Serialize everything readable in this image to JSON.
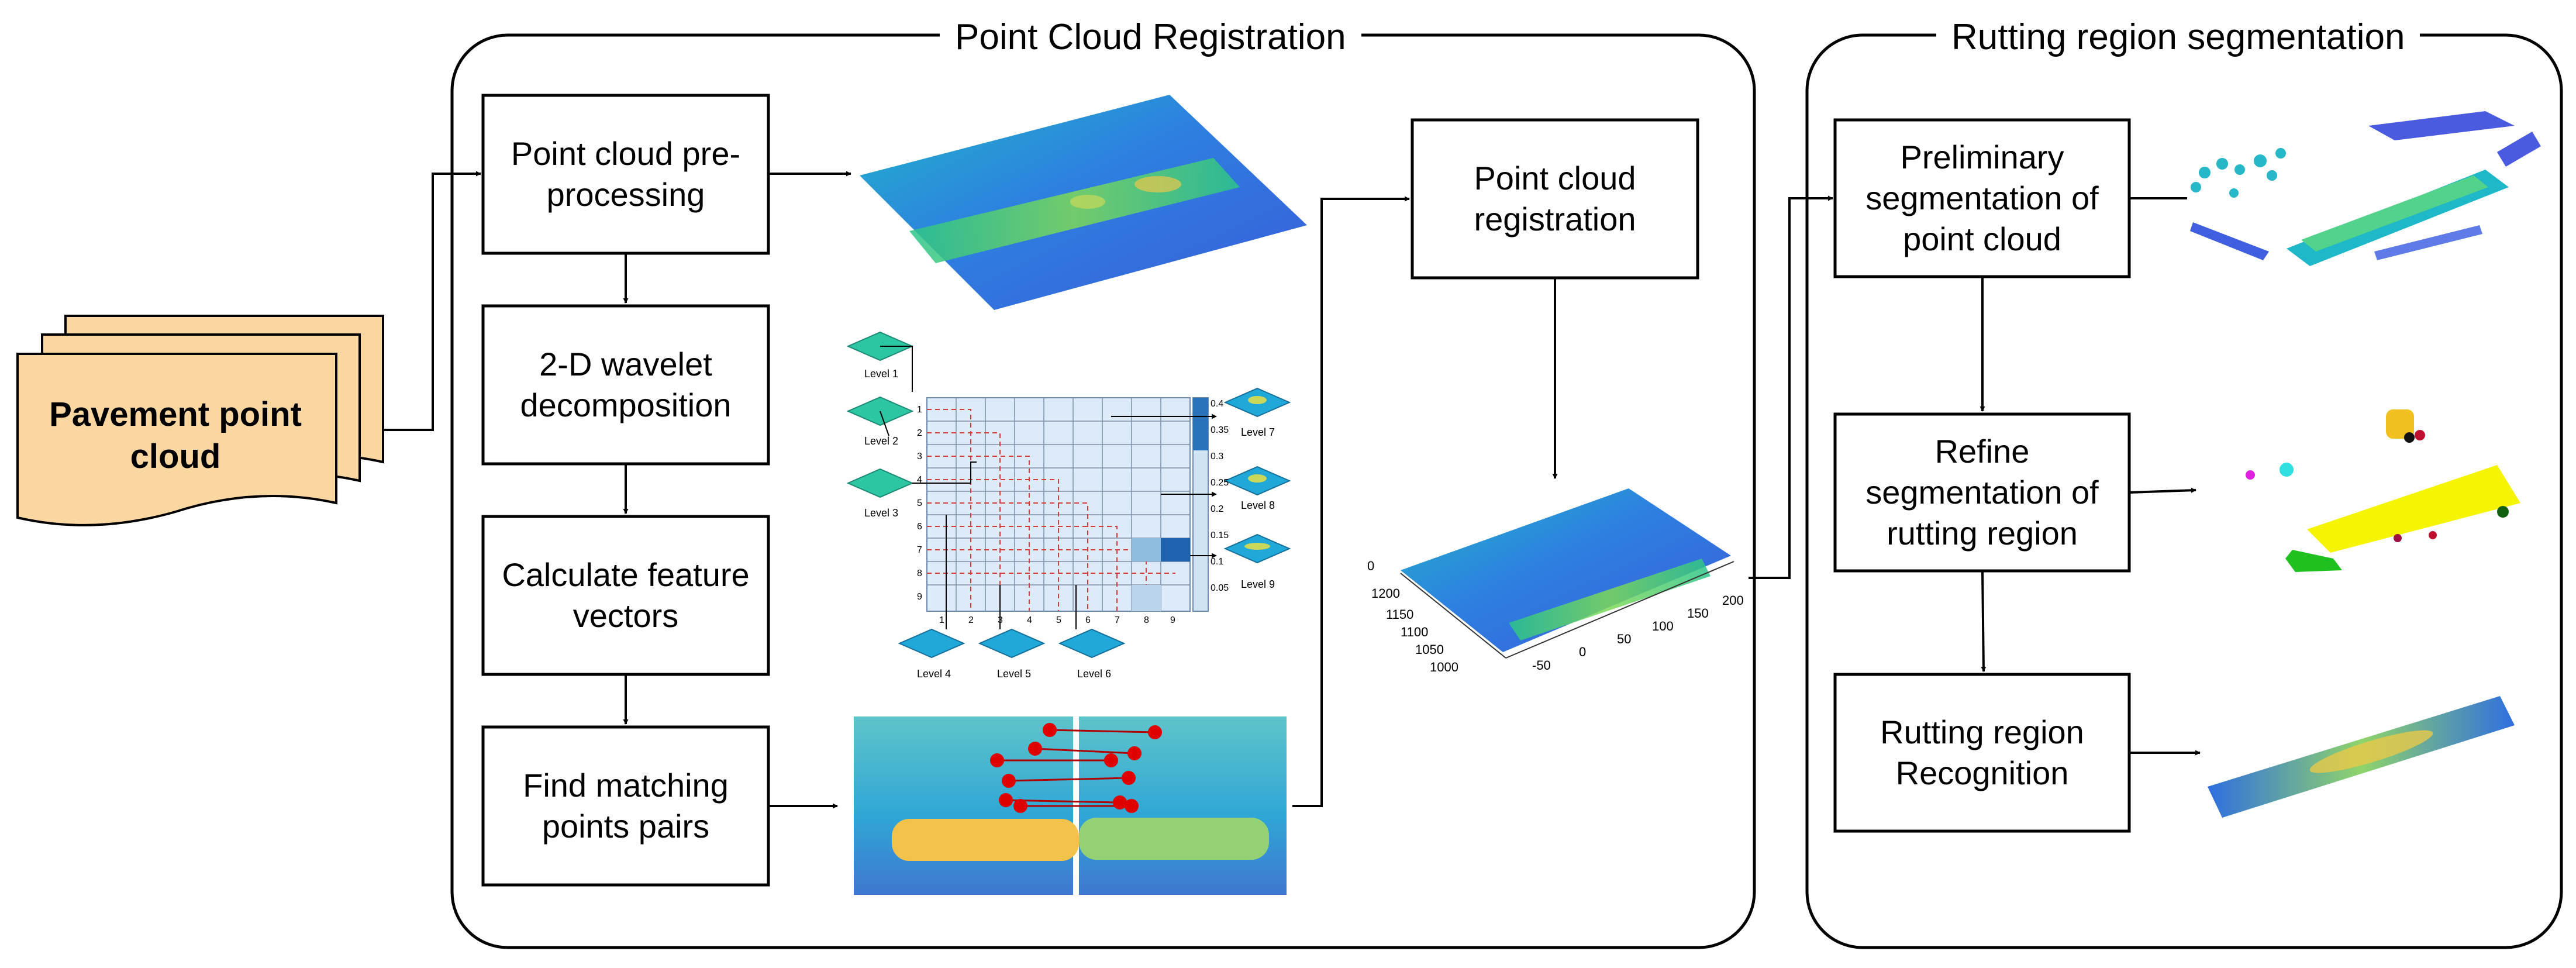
{
  "input": {
    "label": "Pavement point cloud"
  },
  "sections": {
    "registration": {
      "title": "Point Cloud Registration"
    },
    "segmentation": {
      "title": "Rutting region segmentation"
    }
  },
  "steps": {
    "preprocess": "Point cloud pre-processing",
    "wavelet": "2-D wavelet decomposition",
    "feature": "Calculate feature vectors",
    "matching": "Find matching points pairs",
    "registration": "Point cloud registration",
    "prelim": "Preliminary segmentation of point cloud",
    "refine": "Refine segmentation of rutting region",
    "recognition": "Rutting region Recognition"
  },
  "wavelet_figure": {
    "levels": [
      "Level 1",
      "Level 2",
      "Level 3",
      "Level 4",
      "Level 5",
      "Level 6",
      "Level 7",
      "Level 8",
      "Level 9"
    ],
    "row_ticks": [
      "1",
      "2",
      "3",
      "4",
      "5",
      "6",
      "7",
      "8",
      "9"
    ],
    "col_ticks": [
      "1",
      "2",
      "3",
      "4",
      "5",
      "6",
      "7",
      "8",
      "9"
    ],
    "colorbar_ticks": [
      "0.4",
      "0.35",
      "0.3",
      "0.25",
      "0.2",
      "0.15",
      "0.1",
      "0.05"
    ]
  },
  "registration_plot": {
    "y_ticks": [
      "1200",
      "1150",
      "1100",
      "1050",
      "1000"
    ],
    "x_ticks": [
      "-50",
      "0",
      "50",
      "100",
      "150",
      "200"
    ],
    "z_tick": "0"
  },
  "colors": {
    "input_fill": "#FAD7A0",
    "stroke": "#000000",
    "match_points": "#E00000",
    "cloud_low": "#3A5BD9",
    "cloud_mid": "#1FB8C8",
    "cloud_high": "#7ED957",
    "rut": "#E9C84A",
    "refine_rut": "#F5F500"
  }
}
